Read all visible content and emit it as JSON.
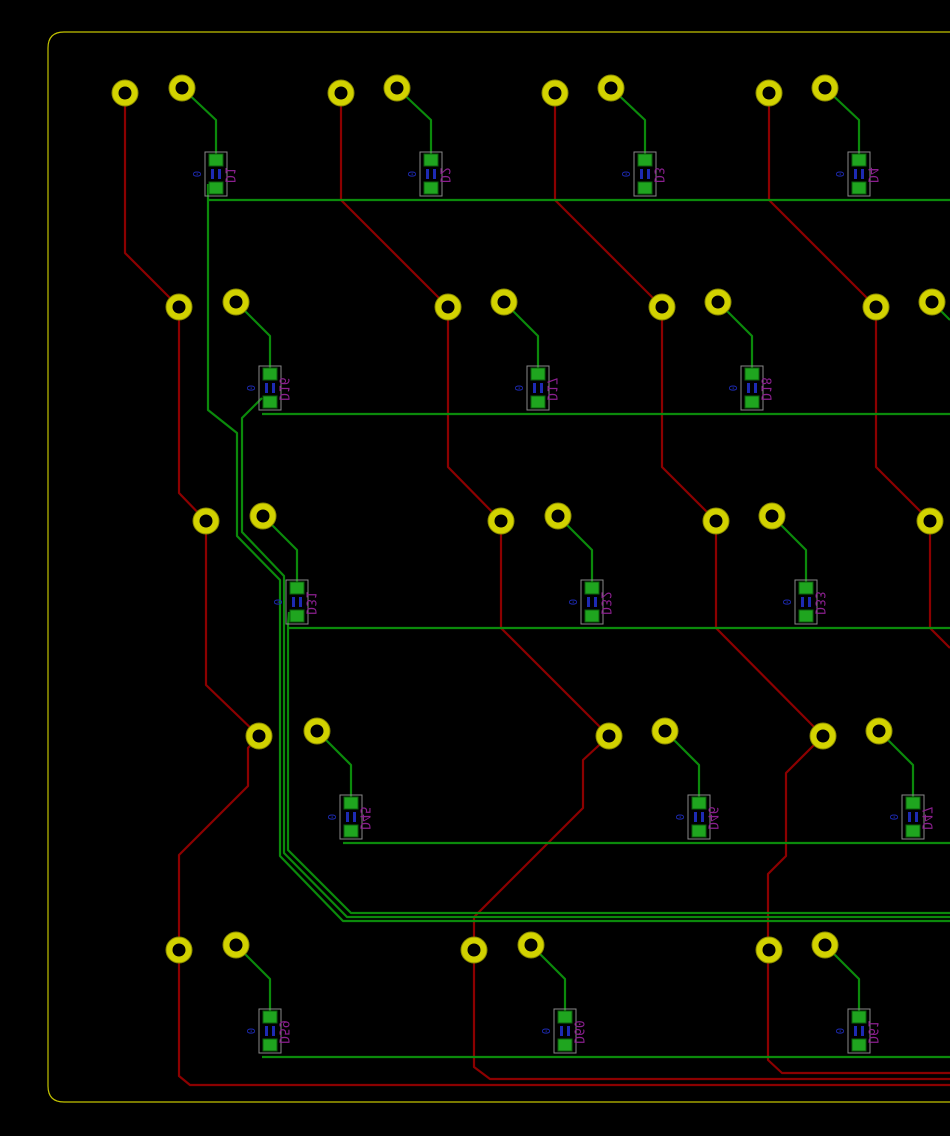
{
  "colors": {
    "background": "#000000",
    "outline": "#c2c200",
    "front_trace": "#0b8a0b",
    "back_trace": "#8c0000",
    "pad_ring": "#d2d200",
    "smd_pad": "#1fa51f",
    "silk": "#8b1f8f",
    "value_text": "#1d2ab3"
  },
  "diodes": [
    {
      "ref": "D1",
      "value": "0"
    },
    {
      "ref": "D2",
      "value": "0"
    },
    {
      "ref": "D3",
      "value": "0"
    },
    {
      "ref": "D4",
      "value": "0"
    },
    {
      "ref": "D16",
      "value": "0"
    },
    {
      "ref": "D17",
      "value": "0"
    },
    {
      "ref": "D18",
      "value": "0"
    },
    {
      "ref": "D31",
      "value": "0"
    },
    {
      "ref": "D32",
      "value": "0"
    },
    {
      "ref": "D33",
      "value": "0"
    },
    {
      "ref": "D45",
      "value": "0"
    },
    {
      "ref": "D46",
      "value": "0"
    },
    {
      "ref": "D47",
      "value": "0"
    },
    {
      "ref": "D59",
      "value": "0"
    },
    {
      "ref": "D60",
      "value": "0"
    },
    {
      "ref": "D61",
      "value": "0"
    }
  ]
}
